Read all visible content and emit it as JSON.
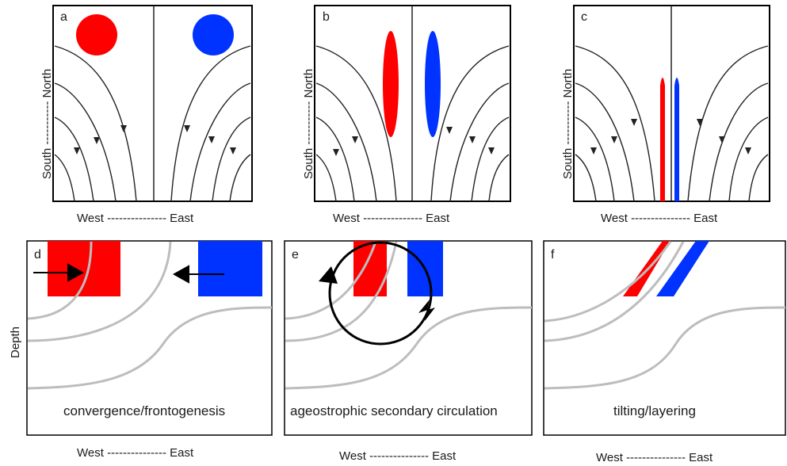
{
  "panels": {
    "a": {
      "letter": "a",
      "x_label": "West --------------- East",
      "y_label": "South ----------- North"
    },
    "b": {
      "letter": "b",
      "x_label": "West --------------- East",
      "y_label": "South ----------- North"
    },
    "c": {
      "letter": "c",
      "x_label": "West --------------- East",
      "y_label": "South ----------- North"
    },
    "d": {
      "letter": "d",
      "x_label": "West --------------- East",
      "y_label": "Depth",
      "caption": "convergence/frontogenesis"
    },
    "e": {
      "letter": "e",
      "x_label": "West --------------- East",
      "caption": "ageostrophic secondary circulation"
    },
    "f": {
      "letter": "f",
      "x_label": "West --------------- East",
      "caption": "tilting/layering"
    }
  },
  "colors": {
    "warm": "#ff0000",
    "cold": "#0033ff",
    "streamline": "#222222",
    "isopycnal": "#bdbdbd",
    "frame": "#000000"
  }
}
